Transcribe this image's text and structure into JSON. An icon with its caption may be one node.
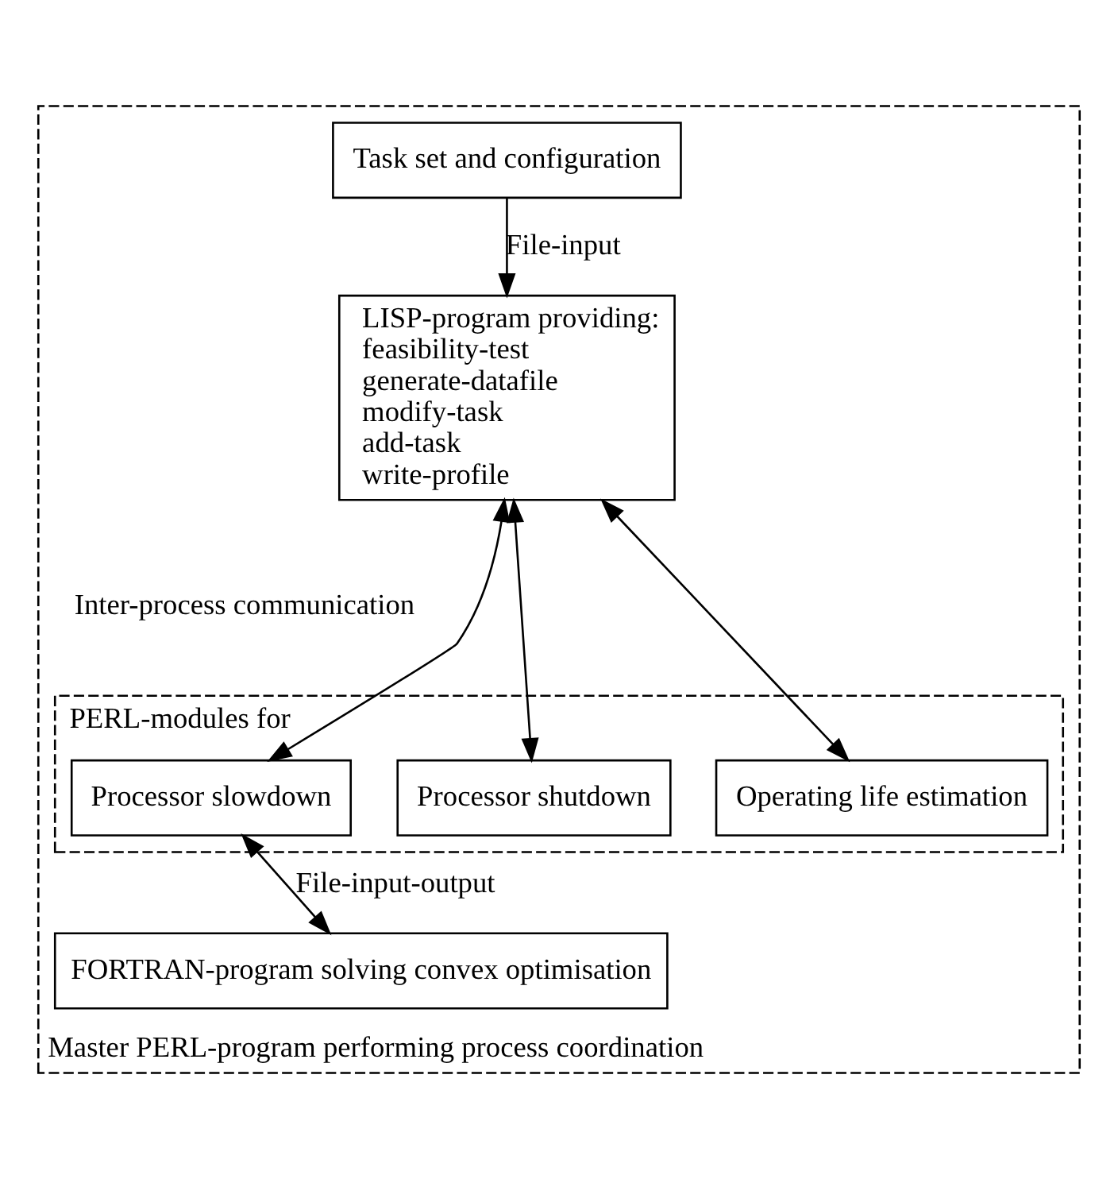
{
  "diagram": {
    "nodes": [
      {
        "text": [
          "Master PERL-program performing process coordination"
        ]
      },
      {
        "text": [
          "Task set and configuration"
        ],
        "in": 0
      },
      {
        "text": [
          "LISP-program providing:",
          "feasibility-test",
          "generate-datafile",
          "modify-task",
          "add-task",
          "write-profile"
        ],
        "in": 0
      },
      {
        "text": [
          "PERL-modules for"
        ],
        "in": 0
      },
      {
        "text": [
          "Processor slowdown"
        ],
        "in": 3
      },
      {
        "text": [
          "Processor shutdown"
        ],
        "in": 3
      },
      {
        "text": [
          "Operating life estimation"
        ],
        "in": 3
      },
      {
        "text": [
          "FORTRAN-program solving convex optimisation"
        ],
        "in": 0
      }
    ],
    "edges": [
      {
        "from": 1,
        "to": 2,
        "arrow": "to",
        "label": "File-input"
      },
      {
        "from": 2,
        "to": 4,
        "arrow": "both"
      },
      {
        "from": 2,
        "to": 5,
        "arrow": "both"
      },
      {
        "from": 2,
        "to": 6,
        "arrow": "both"
      },
      {
        "from": 4,
        "to": 7,
        "arrow": "both",
        "label": "File-input-output"
      }
    ],
    "labels": [
      "Inter-process communication"
    ]
  }
}
